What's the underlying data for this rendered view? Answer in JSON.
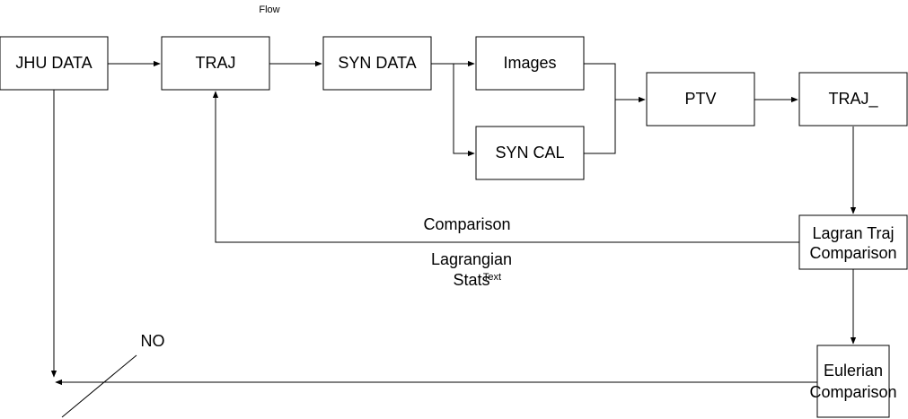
{
  "diagram": {
    "header_label": "Flow",
    "nodes": {
      "jhu_data": "JHU DATA",
      "traj": "TRAJ",
      "syn_data": "SYN DATA",
      "images": "Images",
      "syn_cal": "SYN CAL",
      "ptv": "PTV",
      "traj_out": "TRAJ_",
      "lagran_traj_comparison": [
        "Lagran Traj",
        "Comparison"
      ],
      "eulerian_comparison": [
        "Eulerian",
        "Comparison"
      ]
    },
    "edge_labels": {
      "comparison": "Comparison",
      "lagrangian_stats": [
        "Lagrangian",
        "Stats"
      ],
      "text_placeholder": "Text",
      "no": "NO"
    },
    "colors": {
      "stroke": "#000000",
      "fill": "#ffffff"
    }
  }
}
